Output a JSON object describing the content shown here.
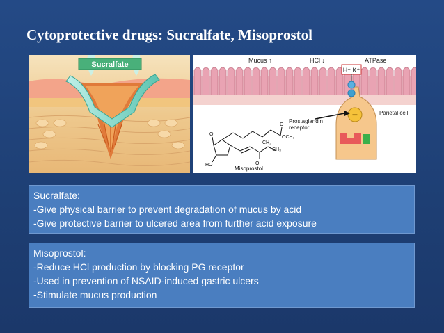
{
  "slide": {
    "title": "Cytoprotective drugs: Sucralfate, Misoprostol"
  },
  "left_image": {
    "label": "Sucralfate"
  },
  "right_image": {
    "mucus_label": "Mucus ↑",
    "hcl_label": "HCl ↓",
    "atpase_label": "ATPase",
    "ion_label": "H⁺ K⁺",
    "parietal_label": "Parietal cell",
    "receptor_label_line1": "Prostaglandin",
    "receptor_label_line2": "receptor",
    "molecule_label": "Misoprostol",
    "atom_o": "O",
    "atom_ho": "HO",
    "atom_oh": "OH",
    "atom_och3": "OCH₃",
    "atom_ch3_a": "CH₃",
    "atom_ch3_b": "CH₃",
    "minus_sign": "−"
  },
  "sucralfate_box": {
    "heading": "Sucralfate:",
    "lines": [
      "-Give physical barrier to prevent degradation of mucus by acid",
      "-Give protective barrier to ulcered area from further acid exposure"
    ]
  },
  "misoprostol_box": {
    "heading": "Misoprostol:",
    "lines": [
      "-Reduce HCl production by blocking PG receptor",
      "-Used in prevention of NSAID-induced gastric ulcers",
      "-Stimulate mucus production"
    ]
  }
}
